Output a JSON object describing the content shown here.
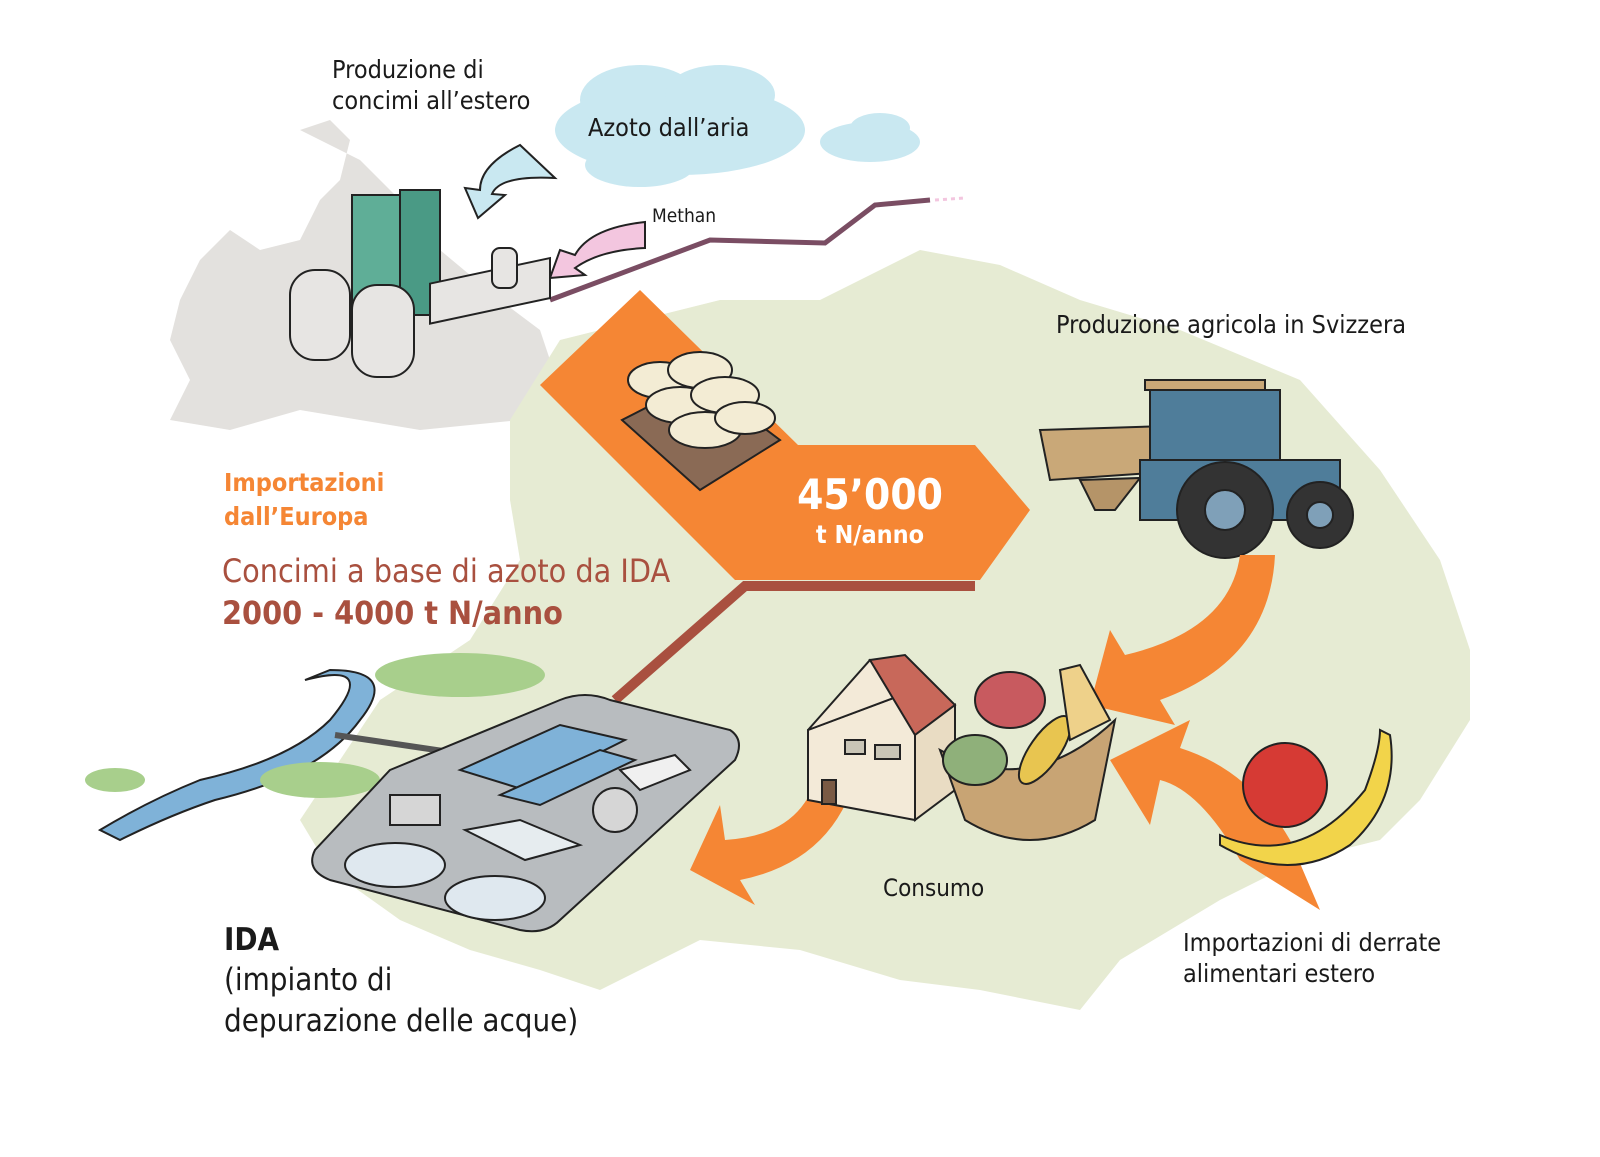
{
  "title": "Flussi di azoto in Svizzera",
  "labels": {
    "production_abroad": [
      "Produzione di",
      "concimi all’estero"
    ],
    "nitrogen_air": "Azoto dall’aria",
    "methane": "Methan",
    "agri_production": "Produzione agricola in Svizzera",
    "imports_europe": [
      "Importazioni",
      "dall’Europa"
    ],
    "ida_fertilizer": "Concimi a base di azoto da IDA",
    "ida_fertilizer_amount": "2000 - 4000 t N/anno",
    "import_amount": "45’000",
    "import_unit": "t N/anno",
    "consumption": "Consumo",
    "ida_title": "IDA",
    "ida_desc": [
      "(impianto di",
      "depurazione delle acque)"
    ],
    "food_imports": [
      "Importazioni di derrate",
      "alimentari estero"
    ]
  },
  "colors": {
    "orange": "#f58634",
    "rust": "#a9503f",
    "switzerland": "#e6ebd3",
    "europe": "#e3e1de",
    "cloud": "#c9e8f1",
    "methane": "#f3c6df"
  }
}
